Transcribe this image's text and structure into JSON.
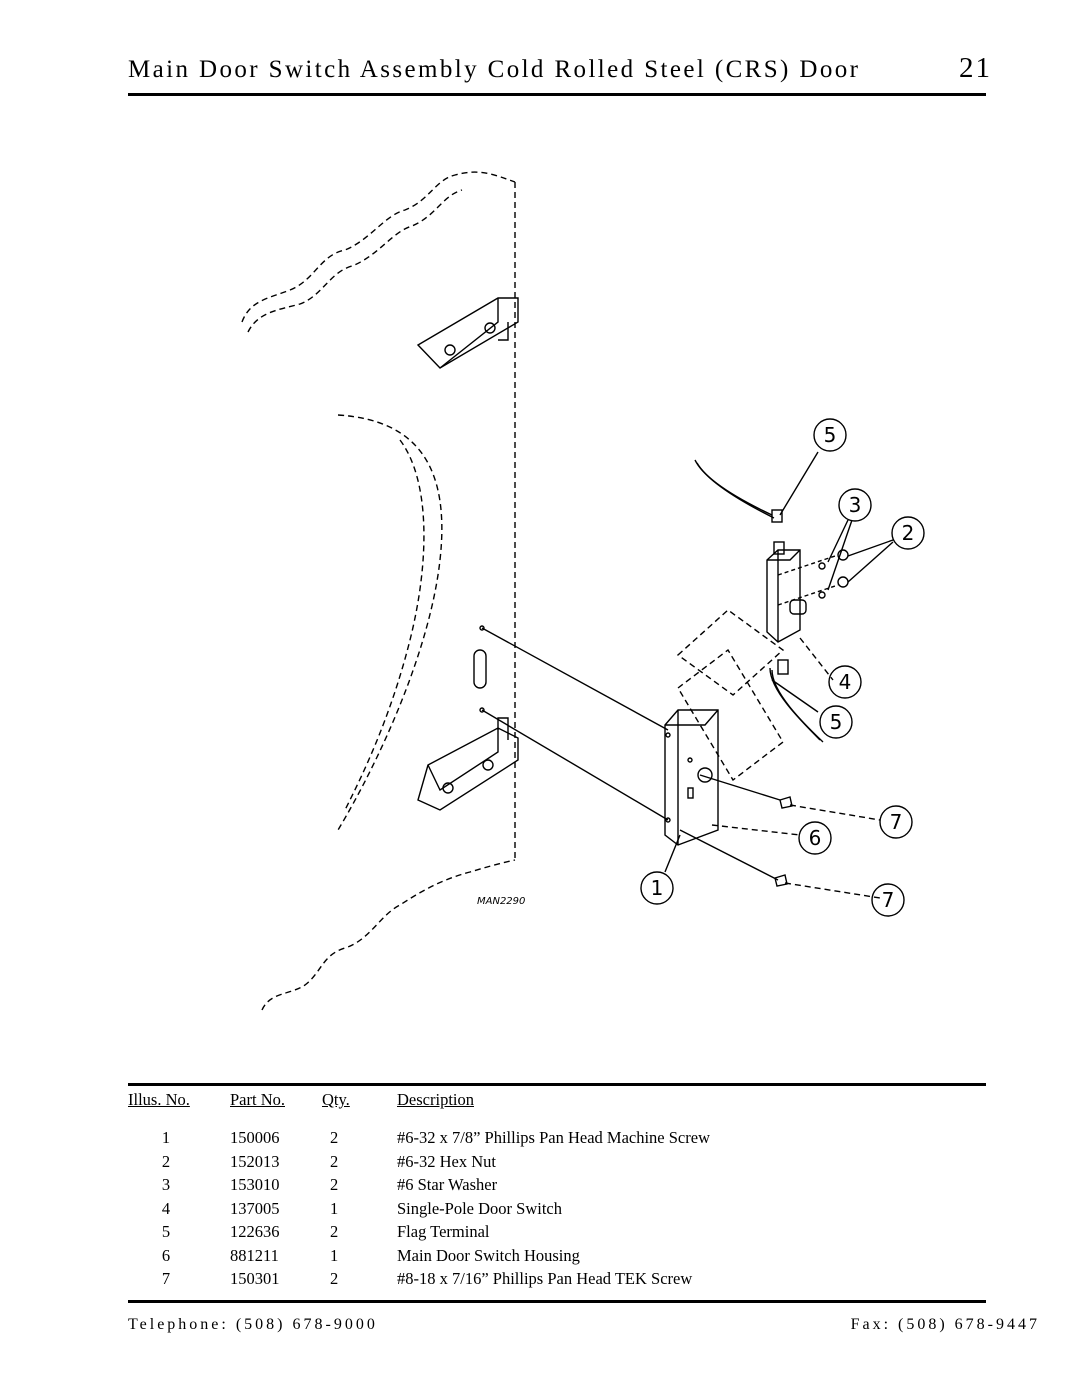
{
  "header": {
    "title": "Main Door Switch Assembly Cold Rolled Steel (CRS) Door",
    "page_number": "21"
  },
  "diagram": {
    "drawing_id": "MAN2290",
    "callouts": [
      "5",
      "3",
      "2",
      "4",
      "5",
      "7",
      "6",
      "1",
      "7"
    ]
  },
  "parts_table": {
    "headers": [
      "Illus. No.",
      "Part No.",
      "Qty.",
      "Description"
    ],
    "rows": [
      {
        "illus": "1",
        "part": "150006",
        "qty": "2",
        "desc": "#6-32 x 7/8” Phillips Pan Head Machine Screw"
      },
      {
        "illus": "2",
        "part": "152013",
        "qty": "2",
        "desc": "#6-32 Hex Nut"
      },
      {
        "illus": "3",
        "part": "153010",
        "qty": "2",
        "desc": "#6 Star Washer"
      },
      {
        "illus": "4",
        "part": "137005",
        "qty": "1",
        "desc": "Single-Pole Door Switch"
      },
      {
        "illus": "5",
        "part": "122636",
        "qty": "2",
        "desc": "Flag Terminal"
      },
      {
        "illus": "6",
        "part": "881211",
        "qty": "1",
        "desc": "Main Door Switch Housing"
      },
      {
        "illus": "7",
        "part": "150301",
        "qty": "2",
        "desc": "#8-18 x 7/16” Phillips Pan Head TEK Screw"
      }
    ]
  },
  "footer": {
    "telephone": "Telephone: (508) 678-9000",
    "fax": "Fax: (508) 678-9447"
  }
}
